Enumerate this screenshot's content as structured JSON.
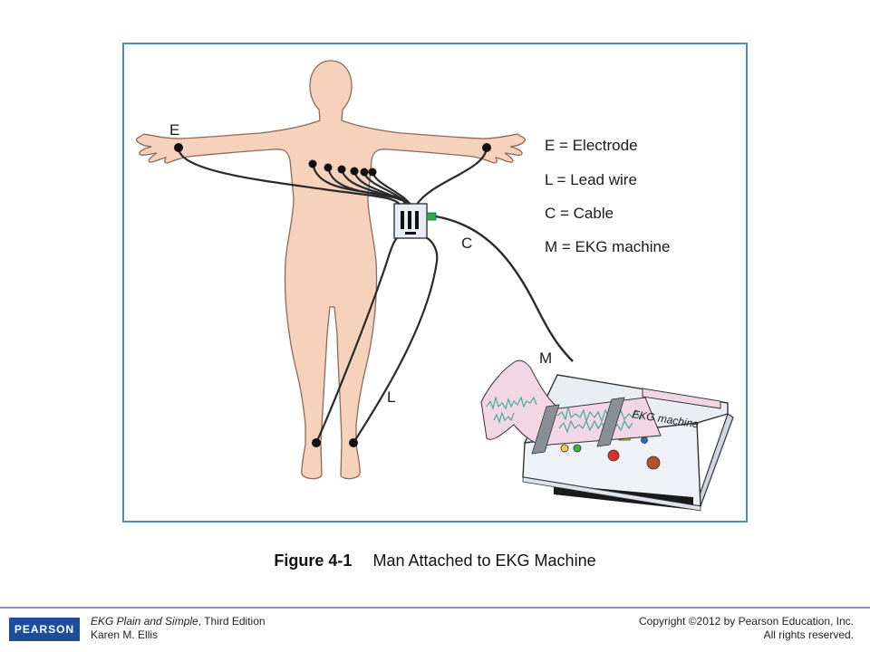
{
  "figure": {
    "labels": {
      "electrode": "E",
      "lead": "L",
      "cable": "C",
      "machine": "M"
    },
    "legend": [
      "E = Electrode",
      "L = Lead wire",
      "C = Cable",
      "M = EKG machine"
    ],
    "machine_label": "EKG machine"
  },
  "caption": {
    "number": "Figure 4-1",
    "title": "Man Attached to EKG Machine"
  },
  "footer": {
    "logo": "PEARSON",
    "book_title": "EKG Plain and Simple",
    "edition": ", Third Edition",
    "author": "Karen M. Ellis",
    "copyright": "Copyright ©2012 by Pearson Education, Inc.",
    "rights": "All rights reserved."
  },
  "colors": {
    "frame": "#4a8db8",
    "skin": "#f6d2bd",
    "skin_outline": "#8a6a5a",
    "ekg_trace": "#3fae9a",
    "paper_pink": "#f3d6e3",
    "cable_connector": "#2aa84a",
    "logo_blue": "#1d4e9c"
  }
}
